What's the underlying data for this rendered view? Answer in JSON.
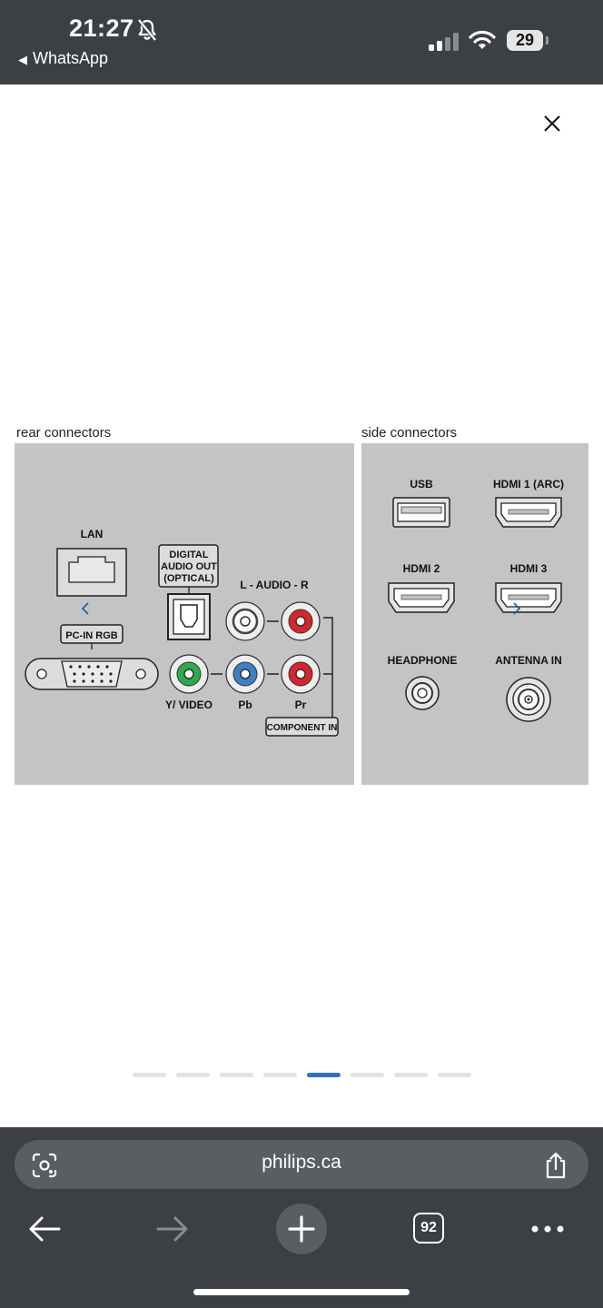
{
  "status_bar": {
    "time": "21:27",
    "back_app": "WhatsApp",
    "battery": "29"
  },
  "image": {
    "rear_label": "rear connectors",
    "side_label": "side connectors",
    "rear": {
      "lan": "LAN",
      "pc_in_rgb": "PC-IN RGB",
      "digital_line1": "DIGITAL",
      "digital_line2": "AUDIO OUT",
      "digital_line3": "(OPTICAL)",
      "audio": "L - AUDIO - R",
      "y_video": "Y/ VIDEO",
      "pb": "Pb",
      "pr": "Pr",
      "component_in": "COMPONENT IN"
    },
    "side": {
      "usb": "USB",
      "hdmi1": "HDMI 1 (ARC)",
      "hdmi2": "HDMI 2",
      "hdmi3": "HDMI 3",
      "headphone": "HEADPHONE",
      "antenna": "ANTENNA IN"
    },
    "colors": {
      "panel": "#c4c4c6",
      "green": "#2eaa4a",
      "blue": "#3d7fc4",
      "red": "#d6252c"
    }
  },
  "carousel": {
    "total_pages": 8,
    "active_index": 4,
    "active_color": "#2f6fc4"
  },
  "browser": {
    "url": "philips.ca",
    "tab_count": "92"
  }
}
